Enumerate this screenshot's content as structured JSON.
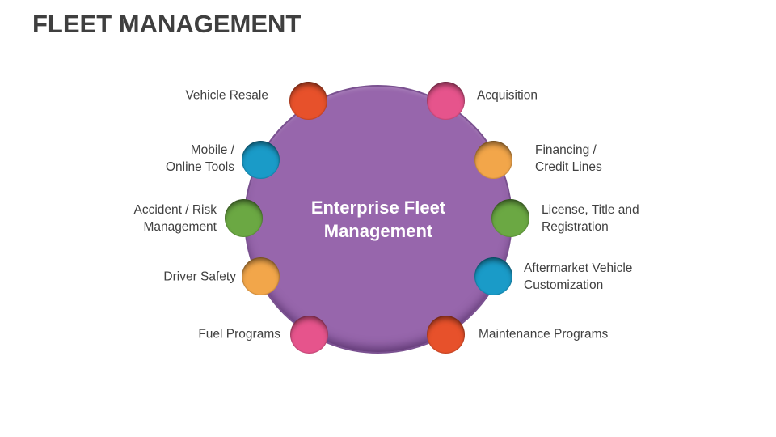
{
  "slide": {
    "title": "FLEET MANAGEMENT",
    "center_label": "Enterprise Fleet\nManagement",
    "colors": {
      "center_fill": "#9766AC",
      "center_edge": "#7A5190",
      "title_text": "#3F3F3F",
      "label_text": "#404040",
      "center_text": "#FFFFFF",
      "red": "#E7512B",
      "pink": "#E6548C",
      "blue": "#1A9BC8",
      "amber": "#F2A64A",
      "green": "#6BA843"
    },
    "nodes": [
      {
        "label": "Vehicle Resale",
        "color": "#E7512B",
        "position": "top-left"
      },
      {
        "label": "Acquisition",
        "color": "#E6548C",
        "position": "top-right"
      },
      {
        "label": "Mobile /\nOnline Tools",
        "color": "#1A9BC8",
        "position": "upper-left"
      },
      {
        "label": "Financing /\nCredit Lines",
        "color": "#F2A64A",
        "position": "upper-right"
      },
      {
        "label": "Accident / Risk\nManagement",
        "color": "#6BA843",
        "position": "middle-left"
      },
      {
        "label": "License, Title and\nRegistration",
        "color": "#6BA843",
        "position": "middle-right"
      },
      {
        "label": "Driver Safety",
        "color": "#F2A64A",
        "position": "lower-left"
      },
      {
        "label": "Aftermarket Vehicle\nCustomization",
        "color": "#1A9BC8",
        "position": "lower-right"
      },
      {
        "label": "Fuel Programs",
        "color": "#E6548C",
        "position": "bottom-left"
      },
      {
        "label": "Maintenance Programs",
        "color": "#E7512B",
        "position": "bottom-right"
      }
    ]
  }
}
